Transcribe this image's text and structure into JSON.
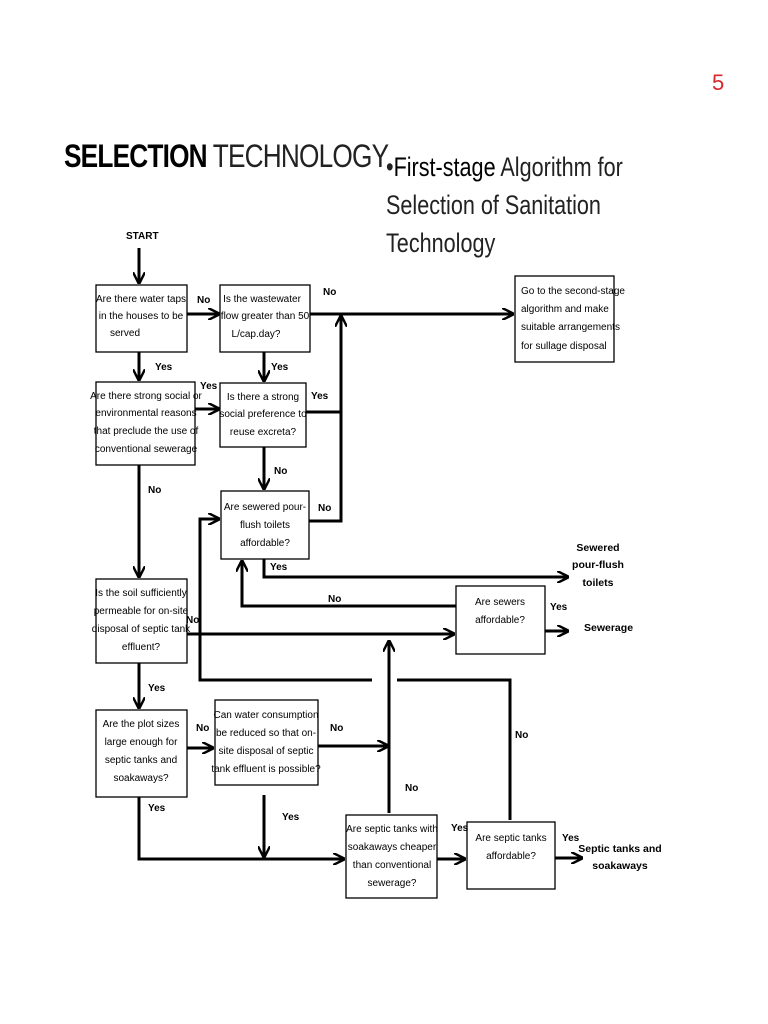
{
  "page_number": "5",
  "title": {
    "bold": "SELECTION",
    "light": "TECHNOLOGY"
  },
  "subtitle": {
    "bullet": "•",
    "bold": "First-stage",
    "rest": " Algorithm for Selection of Sanitation Technology"
  },
  "start_label": "START",
  "boxes": {
    "taps": [
      "Are there water taps",
      "in the houses to be",
      "served"
    ],
    "flow": [
      "Is the wastewater",
      "flow greater than 50",
      "L/cap.day?"
    ],
    "second_stage": [
      "Go to the second-stage",
      "algorithm and make",
      "suitable arrangements",
      "for sullage disposal"
    ],
    "social": [
      "Are there strong social or",
      "environmental reasons",
      "that preclude the use of",
      "conventional sewerage"
    ],
    "reuse": [
      "Is there a strong",
      "social preference to",
      "reuse excreta?"
    ],
    "pourflush": [
      "Are sewered pour-",
      "flush toilets",
      "affordable?"
    ],
    "soil": [
      "Is the soil sufficiently",
      "permeable for on-site",
      "disposal of septic tank",
      "effluent?"
    ],
    "sewers": [
      "Are sewers",
      "affordable?"
    ],
    "plot": [
      "Are the plot sizes",
      "large enough for",
      "septic tanks and",
      "soakaways?"
    ],
    "water_reduce": [
      "Can water consumption",
      "be reduced so that on-",
      "site disposal of septic",
      "tank effluent is possible?"
    ],
    "septic_cheaper": [
      "Are septic tanks with",
      "soakaways cheaper",
      "than conventional",
      "sewerage?"
    ],
    "septic_afford": [
      "Are septic tanks",
      "affordable?"
    ]
  },
  "outcomes": {
    "pourflush": [
      "Sewered",
      "pour-flush",
      "toilets"
    ],
    "sewerage": [
      "Sewerage"
    ],
    "septic": [
      "Septic tanks and",
      "soakaways"
    ]
  },
  "labels": {
    "yes": "Yes",
    "no": "No"
  }
}
